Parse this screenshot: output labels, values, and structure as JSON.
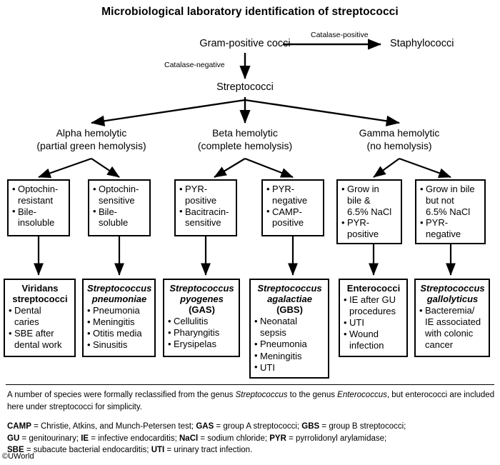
{
  "title": "Microbiological laboratory identification of streptococci",
  "nodes": {
    "gram_positive_cocci": "Gram-positive cocci",
    "staphylococci": "Staphylococci",
    "streptococci": "Streptococci"
  },
  "edge_labels": {
    "catalase_positive": "Catalase-positive",
    "catalase_negative": "Catalase-negative"
  },
  "branches": [
    {
      "name": "Alpha hemolytic",
      "detail": "(partial green hemolysis)"
    },
    {
      "name": "Beta hemolytic",
      "detail": "(complete hemolysis)"
    },
    {
      "name": "Gamma hemolytic",
      "detail": "(no hemolysis)"
    }
  ],
  "criteria_boxes": [
    {
      "id": "optochin-resistant",
      "items": [
        "Optochin-​resistant",
        "Bile-​insoluble"
      ]
    },
    {
      "id": "optochin-sensitive",
      "items": [
        "Optochin-​sensitive",
        "Bile-​soluble"
      ]
    },
    {
      "id": "pyr-positive",
      "items": [
        "PYR-​positive",
        "Bacitracin-​sensitive"
      ]
    },
    {
      "id": "pyr-negative",
      "items": [
        "PYR-​negative",
        "CAMP-​positive"
      ]
    },
    {
      "id": "grow-bile-nacl",
      "items": [
        "Grow in bile & 6.5% NaCl",
        "PYR-​positive"
      ]
    },
    {
      "id": "grow-bile-not-nacl",
      "items": [
        "Grow in bile but not 6.5% NaCl",
        "PYR-​negative"
      ]
    }
  ],
  "criteria_lines": [
    [
      "Optochin-",
      "resistant",
      "Bile-",
      "insoluble"
    ],
    [
      "Optochin-",
      "sensitive",
      "Bile-",
      "soluble"
    ],
    [
      "PYR-",
      "positive",
      "Bacitracin-",
      "sensitive"
    ],
    [
      "PYR-",
      "negative",
      "CAMP-",
      "positive"
    ],
    [
      "Grow in",
      "bile &",
      "6.5% NaCl",
      "PYR-",
      "positive"
    ],
    [
      "Grow in bile",
      "but not",
      "6.5% NaCl",
      "PYR-",
      "negative"
    ]
  ],
  "organism_boxes": [
    {
      "id": "viridans-streptococci",
      "heading": [
        "Viridans",
        "streptococci"
      ],
      "italic": false,
      "items": [
        "Dental caries",
        "SBE after dental work"
      ]
    },
    {
      "id": "streptococcus-pneumoniae",
      "heading": [
        "Streptococcus",
        "pneumoniae"
      ],
      "italic": true,
      "items": [
        "Pneumonia",
        "Meningitis",
        "Otitis media",
        "Sinusitis"
      ]
    },
    {
      "id": "streptococcus-pyogenes",
      "heading": [
        "Streptococcus",
        "pyogenes",
        "(GAS)"
      ],
      "italic": true,
      "items": [
        "Cellulitis",
        "Pharyngitis",
        "Erysipelas"
      ]
    },
    {
      "id": "streptococcus-agalactiae",
      "heading": [
        "Streptococcus",
        "agalactiae",
        "(GBS)"
      ],
      "italic": true,
      "items": [
        "Neonatal sepsis",
        "Pneumonia",
        "Meningitis",
        "UTI"
      ]
    },
    {
      "id": "enterococci",
      "heading": [
        "Enterococci"
      ],
      "italic": false,
      "items": [
        "IE after GU procedures",
        "UTI",
        "Wound infection"
      ]
    },
    {
      "id": "streptococcus-gallolyticus",
      "heading": [
        "Streptococcus",
        "gallolyticus"
      ],
      "italic": true,
      "items": [
        "Bacteremia/ IE associated with colonic cancer"
      ]
    }
  ],
  "organism_lines": [
    [
      [
        "Dental",
        "caries"
      ],
      [
        "SBE after",
        "dental work"
      ]
    ],
    [
      [
        "Pneumonia"
      ],
      [
        "Meningitis"
      ],
      [
        "Otitis media"
      ],
      [
        "Sinusitis"
      ]
    ],
    [
      [
        "Cellulitis"
      ],
      [
        "Pharyngitis"
      ],
      [
        "Erysipelas"
      ]
    ],
    [
      [
        "Neonatal",
        "sepsis"
      ],
      [
        "Pneumonia"
      ],
      [
        "Meningitis"
      ],
      [
        "UTI"
      ]
    ],
    [
      [
        "IE after GU",
        "procedures"
      ],
      [
        "UTI"
      ],
      [
        "Wound",
        "infection"
      ]
    ],
    [
      [
        "Bacteremia/",
        "IE associated",
        "with colonic",
        "cancer"
      ]
    ]
  ],
  "footnote": {
    "part1": "A number of species were formally reclassified from the genus ",
    "italic1": "Streptococcus",
    "part2": " to the genus ",
    "italic2": "Enterococcus",
    "part3": ", but enterococci are included here under streptococci for simplicity."
  },
  "abbreviations": [
    {
      "key": "CAMP",
      "def": " = Christie, Atkins, and Munch-Petersen test; "
    },
    {
      "key": "GAS",
      "def": " = group A streptococci; "
    },
    {
      "key": "GBS",
      "def": " = group B streptococci; "
    },
    {
      "key": "GU",
      "def": " = genitourinary; "
    },
    {
      "key": "IE",
      "def": " = infective endocarditis; "
    },
    {
      "key": "NaCl",
      "def": " = sodium chloride; "
    },
    {
      "key": "PYR",
      "def": " = pyrrolidonyl arylamidase; "
    },
    {
      "key": "SBE",
      "def": " = subacute bacterial endocarditis; "
    },
    {
      "key": "UTI",
      "def": " = urinary tract infection."
    }
  ],
  "copyright": "©UWorld",
  "colors": {
    "ink": "#000000",
    "background": "#ffffff"
  }
}
